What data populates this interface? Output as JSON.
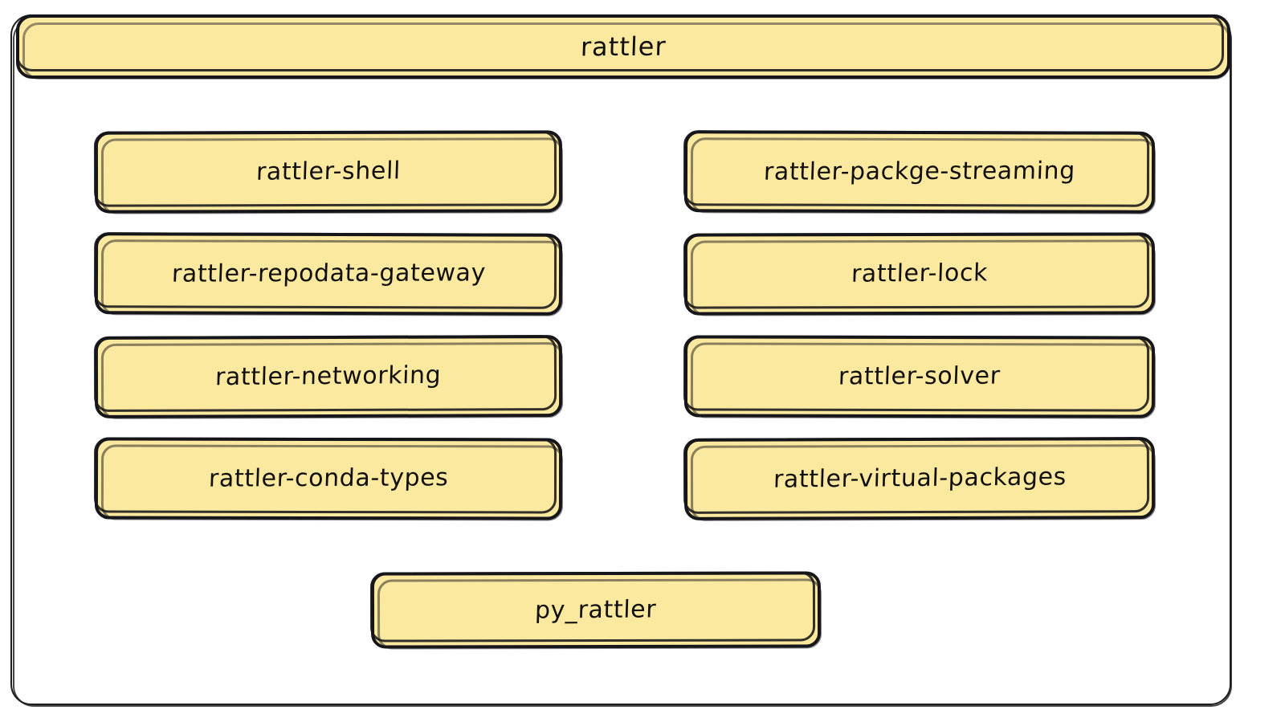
{
  "diagram": {
    "type": "nested-block-diagram",
    "title": "rattler",
    "background_color": "#ffffff",
    "node_fill_color": "#fae99f",
    "node_stroke_color": "#17161a",
    "container_stroke_color": "#1d1d1d",
    "columns": {
      "left": [
        {
          "label": "rattler-shell"
        },
        {
          "label": "rattler-repodata-gateway"
        },
        {
          "label": "rattler-networking"
        },
        {
          "label": "rattler-conda-types"
        }
      ],
      "right": [
        {
          "label": "rattler-packge-streaming"
        },
        {
          "label": "rattler-lock"
        },
        {
          "label": "rattler-solver"
        },
        {
          "label": "rattler-virtual-packages"
        }
      ]
    },
    "bottom": {
      "label": "py_rattler"
    }
  }
}
